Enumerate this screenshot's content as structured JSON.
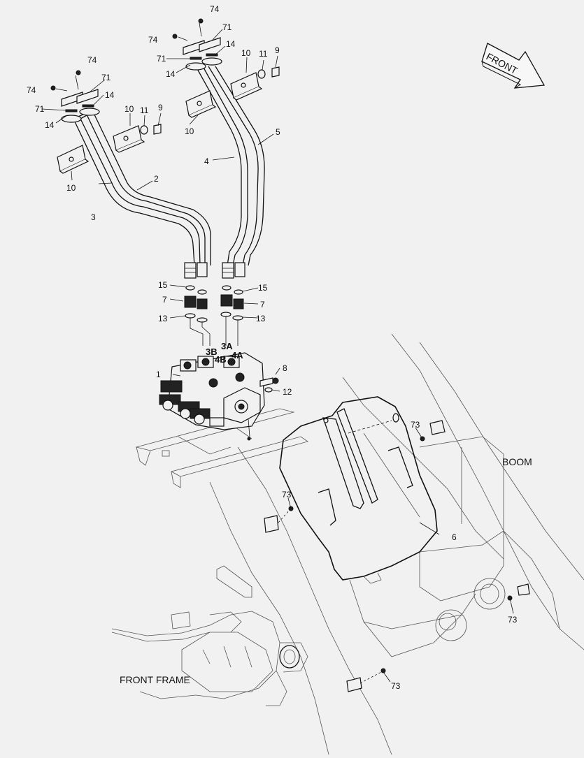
{
  "callouts": {
    "c74a": "74",
    "c71a": "71",
    "c74b": "74",
    "c71b": "71",
    "c14a": "14",
    "c14b": "14",
    "c10a": "10",
    "c11a": "11",
    "c9a": "9",
    "c10b": "10",
    "c74c": "74",
    "c71c": "71",
    "c74d": "74",
    "c71d": "71",
    "c14c": "14",
    "c14d": "14",
    "c10c": "10",
    "c11b": "11",
    "c9b": "9",
    "c10d": "10",
    "c2": "2",
    "c3": "3",
    "c4": "4",
    "c5": "5",
    "c15a": "15",
    "c7a": "7",
    "c13a": "13",
    "c15b": "15",
    "c7b": "7",
    "c13b": "13",
    "c3B": "3B",
    "c3A": "3A",
    "c4B": "4B",
    "c4A": "4A",
    "c1": "1",
    "c8": "8",
    "c12": "12",
    "c73a": "73",
    "c73b": "73",
    "c73c": "73",
    "c73d": "73",
    "c6": "6"
  },
  "labels": {
    "front_arrow": "FRONT",
    "boom": "BOOM",
    "front_frame": "FRONT FRAME"
  }
}
